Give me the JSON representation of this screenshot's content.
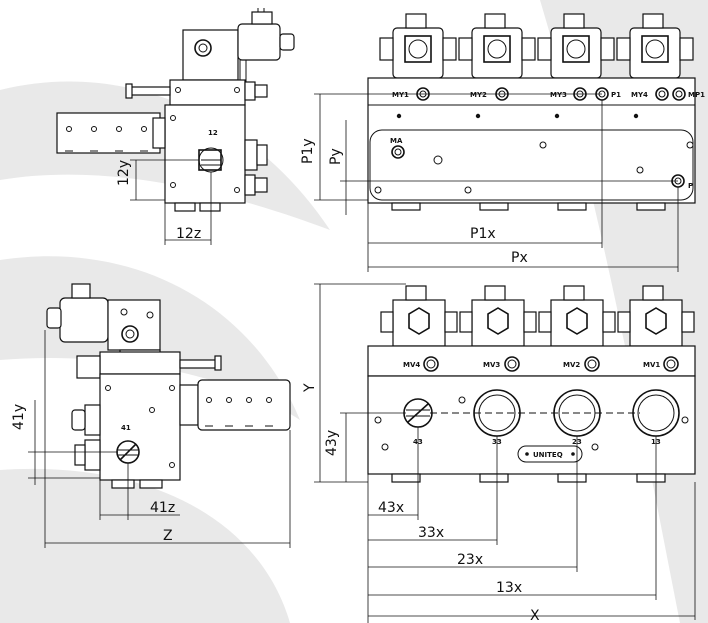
{
  "top_view_labels": {
    "port_my1": "MY1",
    "port_my2": "MY2",
    "port_my3": "MY3",
    "port_p1": "P1",
    "port_my4": "MY4",
    "port_mp1": "MP1",
    "port_ma": "MA",
    "port_p": "P"
  },
  "top_side_labels": {
    "port_12": "12"
  },
  "front_view_labels": {
    "port_mv4": "MV4",
    "port_mv3": "MV3",
    "port_mv2": "MV2",
    "port_mv1": "MV1",
    "port_43": "43",
    "port_33": "33",
    "port_23": "23",
    "port_13": "13",
    "brand": "UNITEQ"
  },
  "bottom_side_labels": {
    "port_41": "41"
  },
  "dimensions": {
    "p1y": "P1y",
    "py": "Py",
    "p1x": "P1x",
    "px": "Px",
    "d12y": "12y",
    "d12z": "12z",
    "y": "Y",
    "d43y": "43y",
    "d43x": "43x",
    "d33x": "33x",
    "d23x": "23x",
    "d13x": "13x",
    "x": "X",
    "d41y": "41y",
    "d41z": "41z",
    "z": "Z"
  }
}
